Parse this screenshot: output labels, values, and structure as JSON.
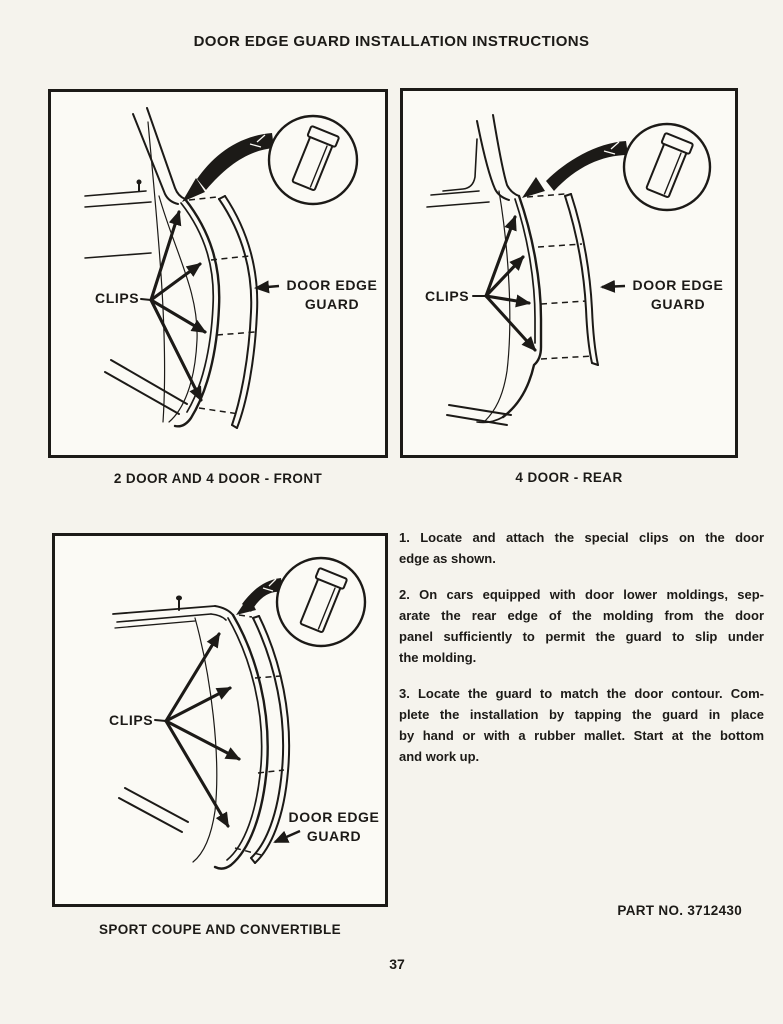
{
  "page": {
    "title": "DOOR EDGE GUARD INSTALLATION INSTRUCTIONS",
    "part_number": "PART NO. 3712430",
    "page_number": "37"
  },
  "colors": {
    "ink": "#1c1a17",
    "paper": "#f5f3ed",
    "panel_background": "#fbfaf5"
  },
  "figures": {
    "front": {
      "caption": "2 DOOR AND 4 DOOR - FRONT",
      "clips_label": "CLIPS",
      "guard_label_line1": "DOOR EDGE",
      "guard_label_line2": "GUARD"
    },
    "rear": {
      "caption": "4 DOOR - REAR",
      "clips_label": "CLIPS",
      "guard_label_line1": "DOOR EDGE",
      "guard_label_line2": "GUARD"
    },
    "coupe": {
      "caption": "SPORT COUPE AND CONVERTIBLE",
      "clips_label": "CLIPS",
      "guard_label_line1": "DOOR EDGE",
      "guard_label_line2": "GUARD"
    }
  },
  "instructions": {
    "step1": {
      "lines": [
        "1. Locate and attach the special clips on the door",
        "edge as shown."
      ]
    },
    "step2": {
      "lines": [
        "2. On cars equipped with door lower moldings, sep-",
        "arate the rear edge of the molding from the door",
        "panel sufficiently to permit the guard to slip under",
        "the molding."
      ]
    },
    "step3": {
      "lines": [
        "3. Locate the guard to match the door contour. Com-",
        "plete the installation by tapping the guard in place",
        "by hand or with a rubber mallet. Start at the bottom",
        "and work up."
      ]
    }
  }
}
